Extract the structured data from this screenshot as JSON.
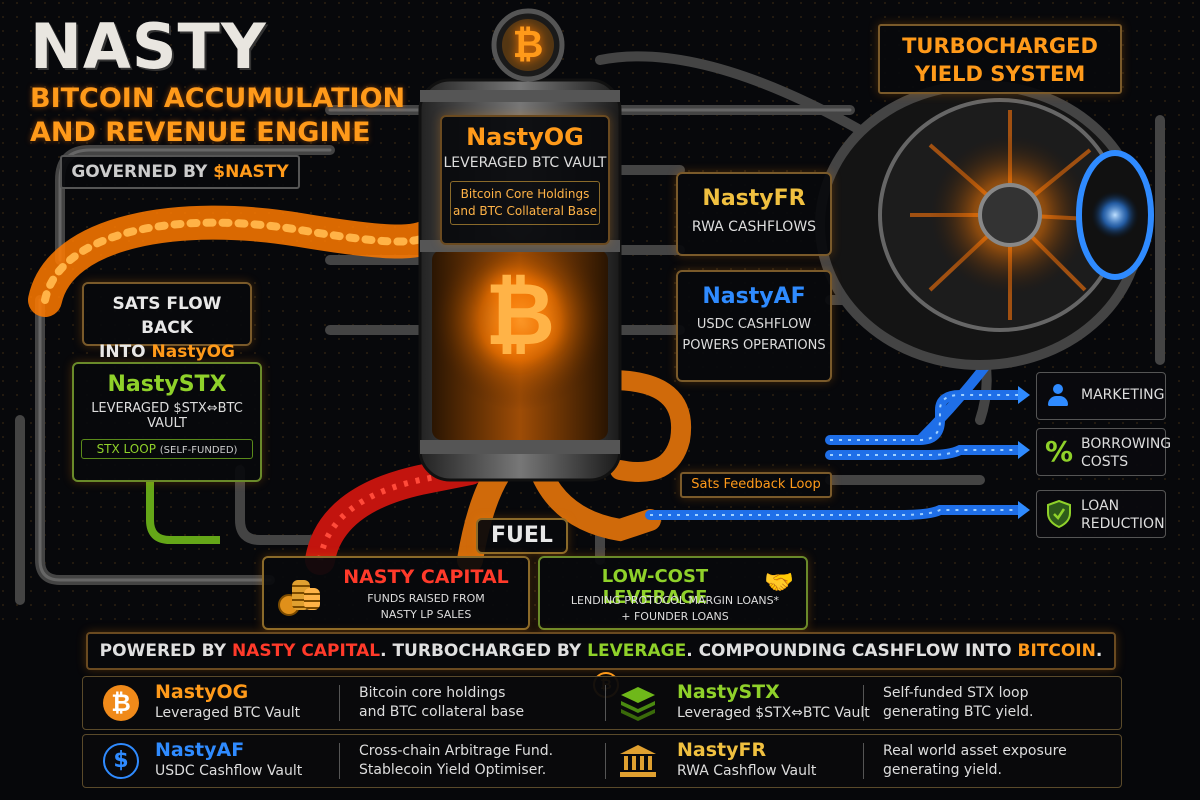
{
  "header": {
    "title": "NASTY",
    "subtitle_line1": "BITCOIN ACCUMULATION",
    "subtitle_line2": "AND REVENUE ENGINE",
    "governed_prefix": "GOVERNED BY ",
    "governed_token": "$NASTY"
  },
  "turbo": {
    "line1": "TURBOCHARGED",
    "line2": "YIELD SYSTEM"
  },
  "vault": {
    "name": "NastyOG",
    "sub": "LEVERAGED BTC VAULT",
    "desc_line1": "Bitcoin Core Holdings",
    "desc_line2": "and BTC Collateral Base",
    "bitcoin_symbol": "₿"
  },
  "sats_back": {
    "line1": "SATS FLOW BACK",
    "line2_prefix": "INTO ",
    "line2_name": "NastyOG"
  },
  "stx": {
    "name": "NastySTX",
    "line1": "LEVERAGED $STX⇔BTC",
    "line2": "VAULT",
    "loop_main": "STX LOOP",
    "loop_paren": "(SELF-FUNDED)"
  },
  "fr": {
    "name": "NastyFR",
    "sub": "RWA CASHFLOWS"
  },
  "af": {
    "name": "NastyAF",
    "line1": "USDC CASHFLOW",
    "line2": "POWERS OPERATIONS"
  },
  "uses": [
    {
      "icon": "person-icon",
      "line1": "MARKETING",
      "line2": ""
    },
    {
      "icon": "percent-icon",
      "line1": "BORROWING",
      "line2": "COSTS"
    },
    {
      "icon": "shield-check-icon",
      "line1": "LOAN",
      "line2": "REDUCTION"
    }
  ],
  "feedback_label": "Sats Feedback Loop",
  "fuel": {
    "label": "FUEL",
    "capital_name": "NASTY CAPITAL",
    "capital_line1": "FUNDS RAISED FROM",
    "capital_line2": "NASTY LP SALES",
    "leverage_name": "LOW-COST LEVERAGE",
    "leverage_line1": "LENDING PROTOCOL MARGIN LOANS*",
    "leverage_line2": "+ FOUNDER LOANS"
  },
  "tagline": {
    "p1": "POWERED BY ",
    "p2": "NASTY CAPITAL",
    "p3": ".  TURBOCHARGED BY ",
    "p4": "LEVERAGE",
    "p5": ".  COMPOUNDING CASHFLOW INTO ",
    "p6": "BITCOIN",
    "p7": "."
  },
  "table": [
    {
      "left": {
        "name": "NastyOG",
        "sub": "Leveraged BTC Vault",
        "desc1": "Bitcoin core holdings",
        "desc2": "and BTC collateral base"
      },
      "right": {
        "name": "NastySTX",
        "sub": "Leveraged $STX⇔BTC Vault",
        "desc1": "Self-funded STX loop",
        "desc2": "generating BTC yield."
      }
    },
    {
      "left": {
        "name": "NastyAF",
        "sub": "USDC Cashflow Vault",
        "desc1": "Cross-chain Arbitrage Fund.",
        "desc2": "Stablecoin Yield Optimiser."
      },
      "right": {
        "name": "NastyFR",
        "sub": "RWA Cashflow Vault",
        "desc1": "Real world asset exposure",
        "desc2": "generating yield."
      }
    }
  ],
  "colors": {
    "orange": "#ff9a1a",
    "green": "#8fd12a",
    "blue": "#2f8bff",
    "red": "#ff3a2a",
    "gold": "#e0a030"
  }
}
